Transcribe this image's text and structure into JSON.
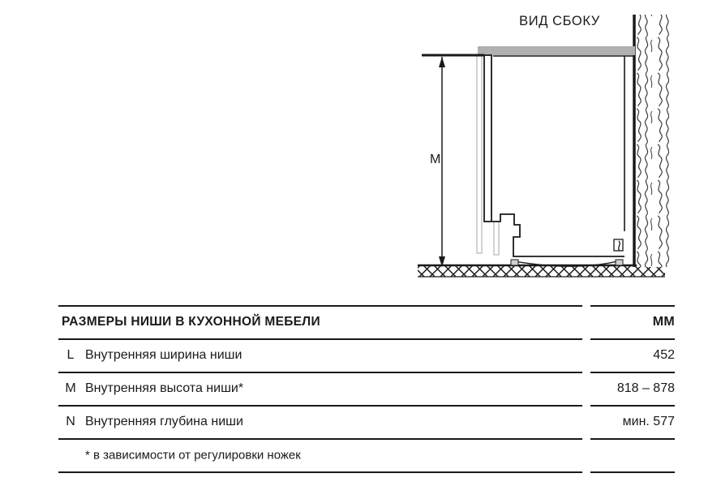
{
  "diagram": {
    "title": "ВИД СБОКУ",
    "dimension_labels": [
      {
        "letter": "M"
      }
    ]
  },
  "table": {
    "header": {
      "label": "РАЗМЕРЫ НИШИ В КУХОННОЙ МЕБЕЛИ",
      "value": "ММ"
    },
    "rows": [
      {
        "key": "L",
        "label": "Внутренняя ширина ниши",
        "value": "452"
      },
      {
        "key": "M",
        "label": "Внутренняя высота ниши*",
        "value": "818 – 878"
      },
      {
        "key": "N",
        "label": "Внутренняя глубина ниши",
        "value": "мин. 577"
      }
    ],
    "footnote": "* в зависимости от регулировки ножек"
  },
  "colors": {
    "line": "#1a1a1a",
    "countertop": "#b0b0b0",
    "panel_outline": "#b9b9b9",
    "background": "#ffffff"
  }
}
